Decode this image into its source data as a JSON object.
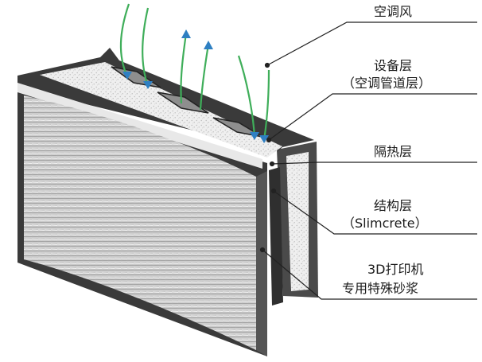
{
  "labels": {
    "aircon_wind": "空调风",
    "equipment_layer": "设备层",
    "equipment_layer_sub": "（空调管道层）",
    "insulation_layer": "隔热层",
    "structure_layer": "结构层",
    "structure_layer_sub": "（Slimcrete）",
    "mortar_line1": "3D打印机",
    "mortar_line2": "专用特殊砂浆"
  },
  "colors": {
    "outer_shell": "#3a3a3a",
    "insulation_fill": "#e8e8e8",
    "textured_face": "#bdbdbd",
    "leader_line": "#222222",
    "airflow_green": "#3fae5a",
    "airflow_up_arrow": "#2e7fc2"
  },
  "icons": {
    "airflow_in": "arrow-down-icon",
    "airflow_out": "arrow-up-icon"
  }
}
